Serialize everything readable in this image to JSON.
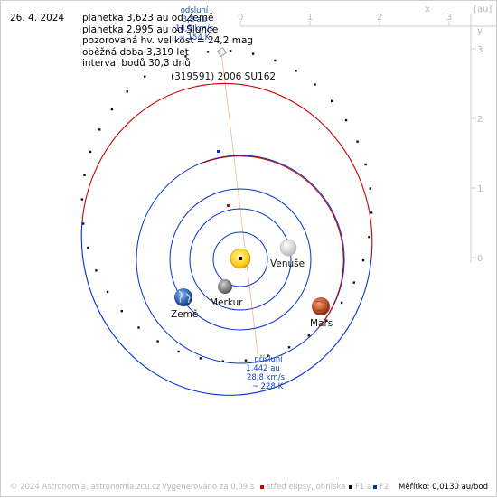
{
  "header": {
    "date": "26. 4. 2024",
    "info_lines": [
      "planetka 3,623 au od Země",
      "planetka 2,995 au od Slunce",
      "pozorovaná hv. velikost = 24,2 mag",
      "oběžná doba 3,319 let",
      "interval bodů 30,3 dnů"
    ]
  },
  "object_name": "(319591) 2006 SU162",
  "aphelion": {
    "lines": [
      "odsluní",
      "3,8 au",
      "14,5 km/s",
      "~ 154 K"
    ]
  },
  "perihelion": {
    "lines": [
      "přísluní",
      "1,442 au",
      "28,8 km/s",
      "~ 228 K"
    ]
  },
  "axes": {
    "unit": "[au]",
    "x_ticks": [
      "0",
      "1",
      "2",
      "3"
    ],
    "x_axis_letter": "x",
    "y_ticks": [
      "3",
      "2",
      "1",
      "0"
    ],
    "y_axis_letter": "y"
  },
  "planets": [
    {
      "name": "Venuše",
      "color": "#e9e9e9"
    },
    {
      "name": "Merkur",
      "color": "#8a8a8a"
    },
    {
      "name": "Země",
      "color": "#3b6db5"
    },
    {
      "name": "Mars",
      "color": "#c0532c"
    }
  ],
  "footer": {
    "copyright": "© 2024 Astronomia, astronomia.zcu.cz",
    "generated": "Vygenerováno za 0,09 s",
    "legend_center": "střed elipsy, ohniska",
    "legend_f1": "F1 a",
    "legend_f2": "F2",
    "scale": "Měřítko: 0,0130 au/bod"
  },
  "colors": {
    "orbit_near": "#cc0000",
    "orbit_far": "#0033cc",
    "sun": "#ffd21f",
    "line_of_apsides": "#f3b58c"
  }
}
